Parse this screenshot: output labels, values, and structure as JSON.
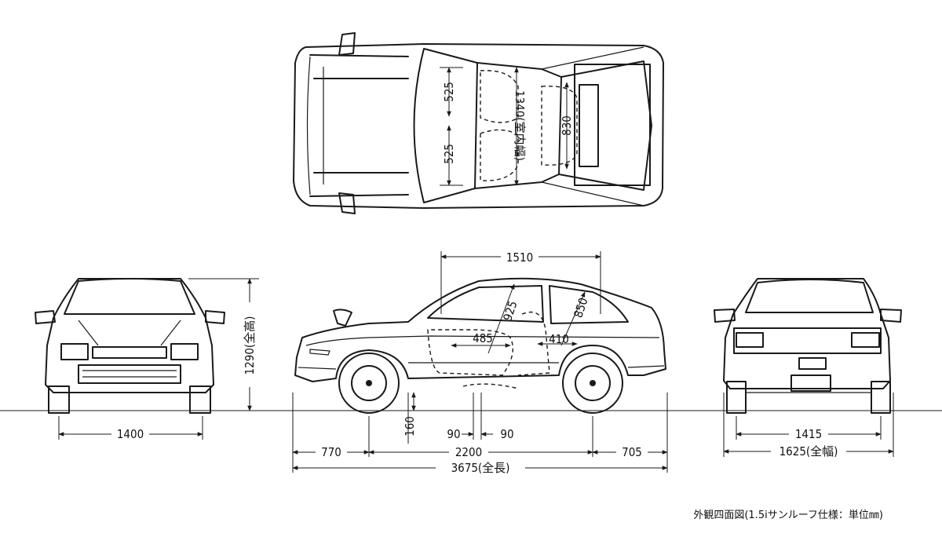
{
  "caption": "外観四面図(1.5iサンルーフ仕様：単位㎜)",
  "top_view": {
    "seat_front": "525",
    "seat_rear": "525",
    "cabin_width": "1340(室内幅)",
    "rear_opening": "830"
  },
  "front_view": {
    "track": "1400",
    "height": "1290(全高)"
  },
  "side_view": {
    "cabin_length": "1510",
    "front_headroom": "925",
    "rear_headroom": "850",
    "front_seat_dim": "485",
    "rear_seat_dim": "410",
    "ground_clearance": "160",
    "seat_offset_left": "90",
    "seat_offset_right": "90",
    "front_overhang": "770",
    "wheelbase": "2200",
    "rear_overhang": "705",
    "overall_length": "3675(全長)"
  },
  "rear_view": {
    "track": "1415",
    "width": "1625(全幅)"
  }
}
